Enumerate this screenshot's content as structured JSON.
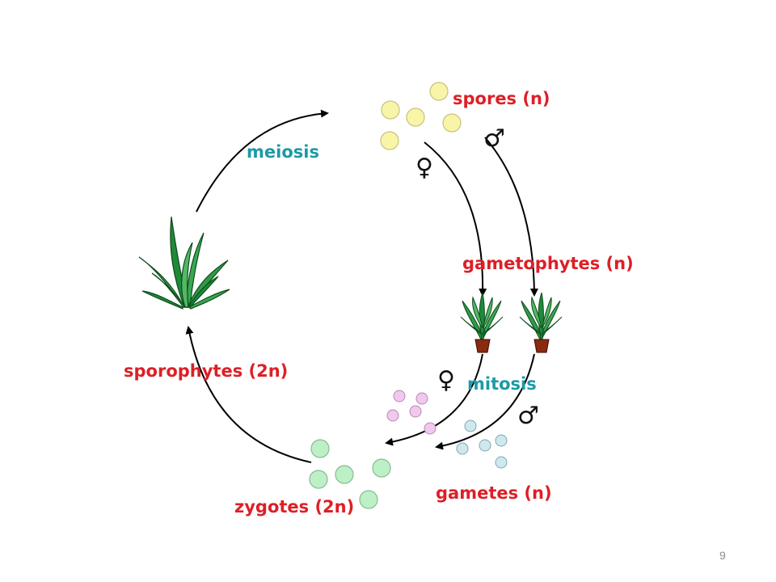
{
  "labels": {
    "spores": "spores (n)",
    "gametophytes": "gametophytes (n)",
    "gametes": "gametes (n)",
    "zygotes": "zygotes (2n)",
    "sporophytes": "sporophytes (2n)",
    "meiosis": "meiosis",
    "mitosis": "mitosis"
  },
  "symbols": {
    "female": "♀",
    "male": "♂"
  },
  "page_number": "9",
  "colors": {
    "stage_label": "#dd1f26",
    "process_label": "#1c9aa6",
    "spore_fill": "#f8f4a8",
    "female_gamete_fill": "#f2c8ef",
    "male_gamete_fill": "#cfe8ee",
    "zygote_fill": "#bdf0c6",
    "plant_green": "#1f8a3a",
    "pot_brown": "#8a2a10"
  }
}
